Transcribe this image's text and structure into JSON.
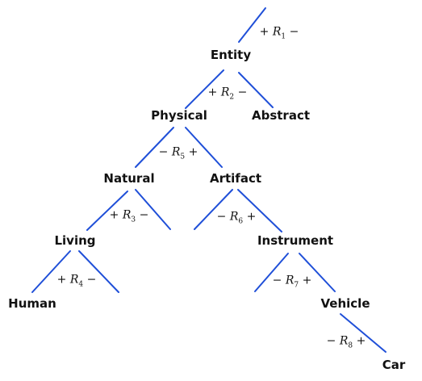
{
  "colors": {
    "edge": "#1f4fd8",
    "text": "#111111",
    "background": "#ffffff"
  },
  "nodes": {
    "entity": "Entity",
    "physical": "Physical",
    "abstract": "Abstract",
    "natural": "Natural",
    "artifact": "Artifact",
    "living": "Living",
    "instrument": "Instrument",
    "human": "Human",
    "vehicle": "Vehicle",
    "car": "Car"
  },
  "relations": [
    {
      "left": "+",
      "symbol": "R",
      "sub": "1",
      "right": "−"
    },
    {
      "left": "+",
      "symbol": "R",
      "sub": "2",
      "right": "−"
    },
    {
      "left": "−",
      "symbol": "R",
      "sub": "5",
      "right": "+"
    },
    {
      "left": "+",
      "symbol": "R",
      "sub": "3",
      "right": "−"
    },
    {
      "left": "−",
      "symbol": "R",
      "sub": "6",
      "right": "+"
    },
    {
      "left": "+",
      "symbol": "R",
      "sub": "4",
      "right": "−"
    },
    {
      "left": "−",
      "symbol": "R",
      "sub": "7",
      "right": "+"
    },
    {
      "left": "−",
      "symbol": "R",
      "sub": "8",
      "right": "+"
    }
  ]
}
